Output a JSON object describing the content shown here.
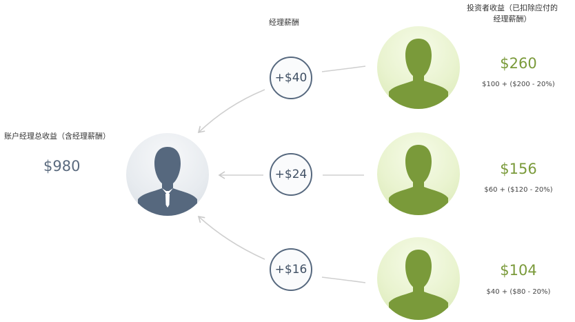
{
  "manager": {
    "title": "账户经理总收益（含经理薪酬）",
    "total": "$980",
    "icon": "manager-avatar-icon",
    "color": "#56687e"
  },
  "fees_header": "经理薪酬",
  "investors_header_line1": "投资者收益（已扣除应付的",
  "investors_header_line2": "经理薪酬）",
  "fees": [
    "+$40",
    "+$24",
    "+$16"
  ],
  "investors": [
    {
      "total": "$260",
      "formula": "$100 + ($200 - 20%)"
    },
    {
      "total": "$156",
      "formula": "$60 + ($120 - 20%)"
    },
    {
      "total": "$104",
      "formula": "$40 + ($80 - 20%)"
    }
  ],
  "colors": {
    "investor_green": "#7a9a3a",
    "investor_avatar_bg": "#e9f3cf",
    "manager_text": "#5a6a7e",
    "connector": "#cccccc"
  }
}
